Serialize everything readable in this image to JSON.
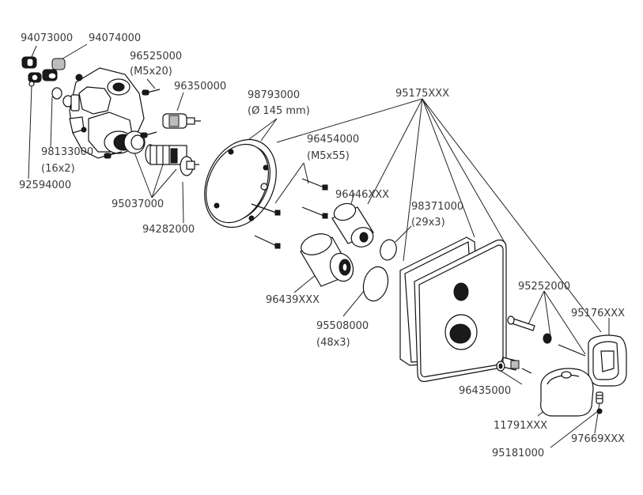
{
  "labels": {
    "p94073000": "94073000",
    "p94074000": "94074000",
    "p96525000": "96525000",
    "p96525000_spec": "(M5x20)",
    "p96350000": "96350000",
    "p98793000": "98793000",
    "p98793000_spec": "(Ø 145 mm)",
    "p95175xxx": "95175XXX",
    "p96454000": "96454000",
    "p96454000_spec": "(M5x55)",
    "p98133000": "98133000",
    "p98133000_spec": "(16x2)",
    "p92594000": "92594000",
    "p95037000": "95037000",
    "p94282000": "94282000",
    "p96446xxx": "96446XXX",
    "p98371000": "98371000",
    "p98371000_spec": "(29x3)",
    "p96439xxx": "96439XXX",
    "p95508000": "95508000",
    "p95508000_spec": "(48x3)",
    "p95252000": "95252000",
    "p95176xxx": "95176XXX",
    "p96435000": "96435000",
    "p11791xxx": "11791XXX",
    "p97669xxx": "97669XXX",
    "p95181000": "95181000"
  }
}
